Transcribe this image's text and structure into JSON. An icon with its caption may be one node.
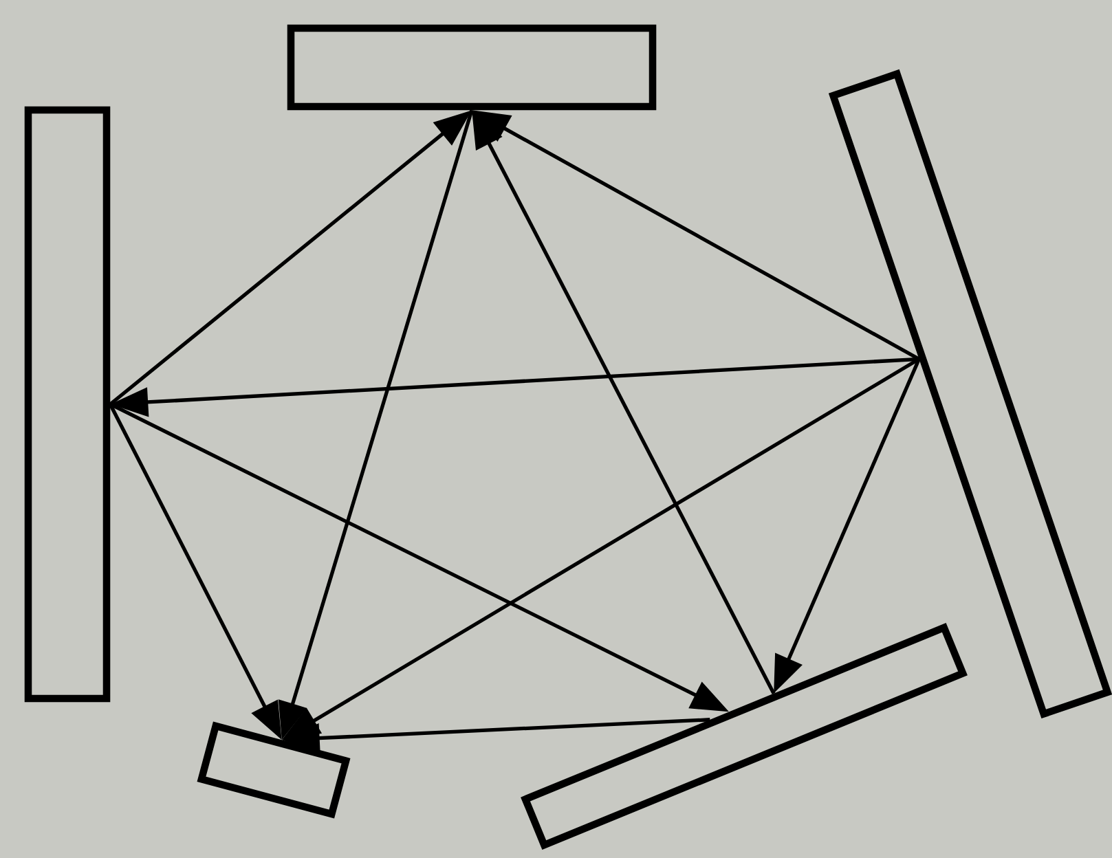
{
  "diagram": {
    "nodes": [
      {
        "text": [],
        "shape": "box"
      },
      {
        "text": [],
        "shape": "box"
      },
      {
        "text": [],
        "shape": "box"
      },
      {
        "text": [],
        "shape": "box"
      },
      {
        "text": [],
        "shape": "box"
      }
    ],
    "edges": [
      {
        "from": 0,
        "to": 1,
        "arrow": "to"
      },
      {
        "from": 1,
        "to": 3,
        "arrow": "to"
      },
      {
        "from": 4,
        "to": 1,
        "arrow": "to"
      },
      {
        "from": 2,
        "to": 1,
        "arrow": "to"
      },
      {
        "from": 2,
        "to": 0,
        "arrow": "to"
      },
      {
        "from": 0,
        "to": 3,
        "arrow": "to"
      },
      {
        "from": 0,
        "to": 4,
        "arrow": "to"
      },
      {
        "from": 2,
        "to": 3,
        "arrow": "to"
      },
      {
        "from": 2,
        "to": 4,
        "arrow": "to"
      },
      {
        "from": 4,
        "to": 3,
        "arrow": "to"
      }
    ]
  }
}
